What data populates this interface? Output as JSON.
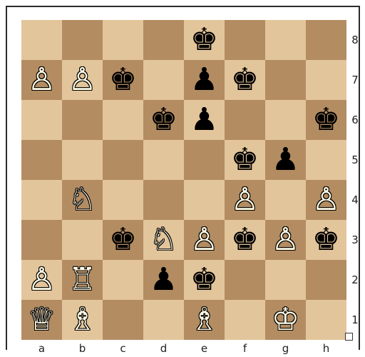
{
  "board": {
    "ranks": [
      "8",
      "7",
      "6",
      "5",
      "4",
      "3",
      "2",
      "1"
    ],
    "files": [
      "a",
      "b",
      "c",
      "d",
      "e",
      "f",
      "g",
      "h"
    ],
    "squares": [
      [
        null,
        null,
        null,
        null,
        {
          "color": "black",
          "type": "king",
          "glyph": "♚"
        },
        null,
        null,
        null
      ],
      [
        {
          "color": "white",
          "type": "pawn",
          "glyph": "♙"
        },
        {
          "color": "white",
          "type": "pawn",
          "glyph": "♙"
        },
        {
          "color": "black",
          "type": "king",
          "glyph": "♚"
        },
        null,
        {
          "color": "black",
          "type": "pawn",
          "glyph": "♟"
        },
        {
          "color": "black",
          "type": "king",
          "glyph": "♚"
        },
        null,
        null
      ],
      [
        null,
        null,
        null,
        {
          "color": "black",
          "type": "king",
          "glyph": "♚"
        },
        {
          "color": "black",
          "type": "pawn",
          "glyph": "♟"
        },
        null,
        null,
        {
          "color": "black",
          "type": "king",
          "glyph": "♚"
        }
      ],
      [
        null,
        null,
        null,
        null,
        null,
        {
          "color": "black",
          "type": "king",
          "glyph": "♚"
        },
        {
          "color": "black",
          "type": "pawn",
          "glyph": "♟"
        },
        null
      ],
      [
        null,
        {
          "color": "white",
          "type": "knight",
          "glyph": "♘"
        },
        null,
        null,
        null,
        {
          "color": "white",
          "type": "pawn",
          "glyph": "♙"
        },
        null,
        {
          "color": "white",
          "type": "pawn",
          "glyph": "♙"
        }
      ],
      [
        null,
        null,
        {
          "color": "black",
          "type": "king",
          "glyph": "♚"
        },
        {
          "color": "white",
          "type": "knight",
          "glyph": "♘"
        },
        {
          "color": "white",
          "type": "pawn",
          "glyph": "♙"
        },
        {
          "color": "black",
          "type": "king",
          "glyph": "♚"
        },
        {
          "color": "white",
          "type": "pawn",
          "glyph": "♙"
        },
        {
          "color": "black",
          "type": "king",
          "glyph": "♚"
        }
      ],
      [
        {
          "color": "white",
          "type": "pawn",
          "glyph": "♙"
        },
        {
          "color": "white",
          "type": "rook",
          "glyph": "♖"
        },
        null,
        {
          "color": "black",
          "type": "pawn",
          "glyph": "♟"
        },
        {
          "color": "black",
          "type": "king",
          "glyph": "♚"
        },
        null,
        null,
        null
      ],
      [
        {
          "color": "white",
          "type": "queen",
          "glyph": "♕"
        },
        {
          "color": "white",
          "type": "bishop",
          "glyph": "♗"
        },
        null,
        null,
        {
          "color": "white",
          "type": "bishop",
          "glyph": "♗"
        },
        null,
        {
          "color": "white",
          "type": "king",
          "glyph": "♔"
        },
        null
      ]
    ]
  },
  "colors": {
    "light_square": "#e3c59b",
    "dark_square": "#b48c62",
    "frame": "#2b2b2b"
  }
}
